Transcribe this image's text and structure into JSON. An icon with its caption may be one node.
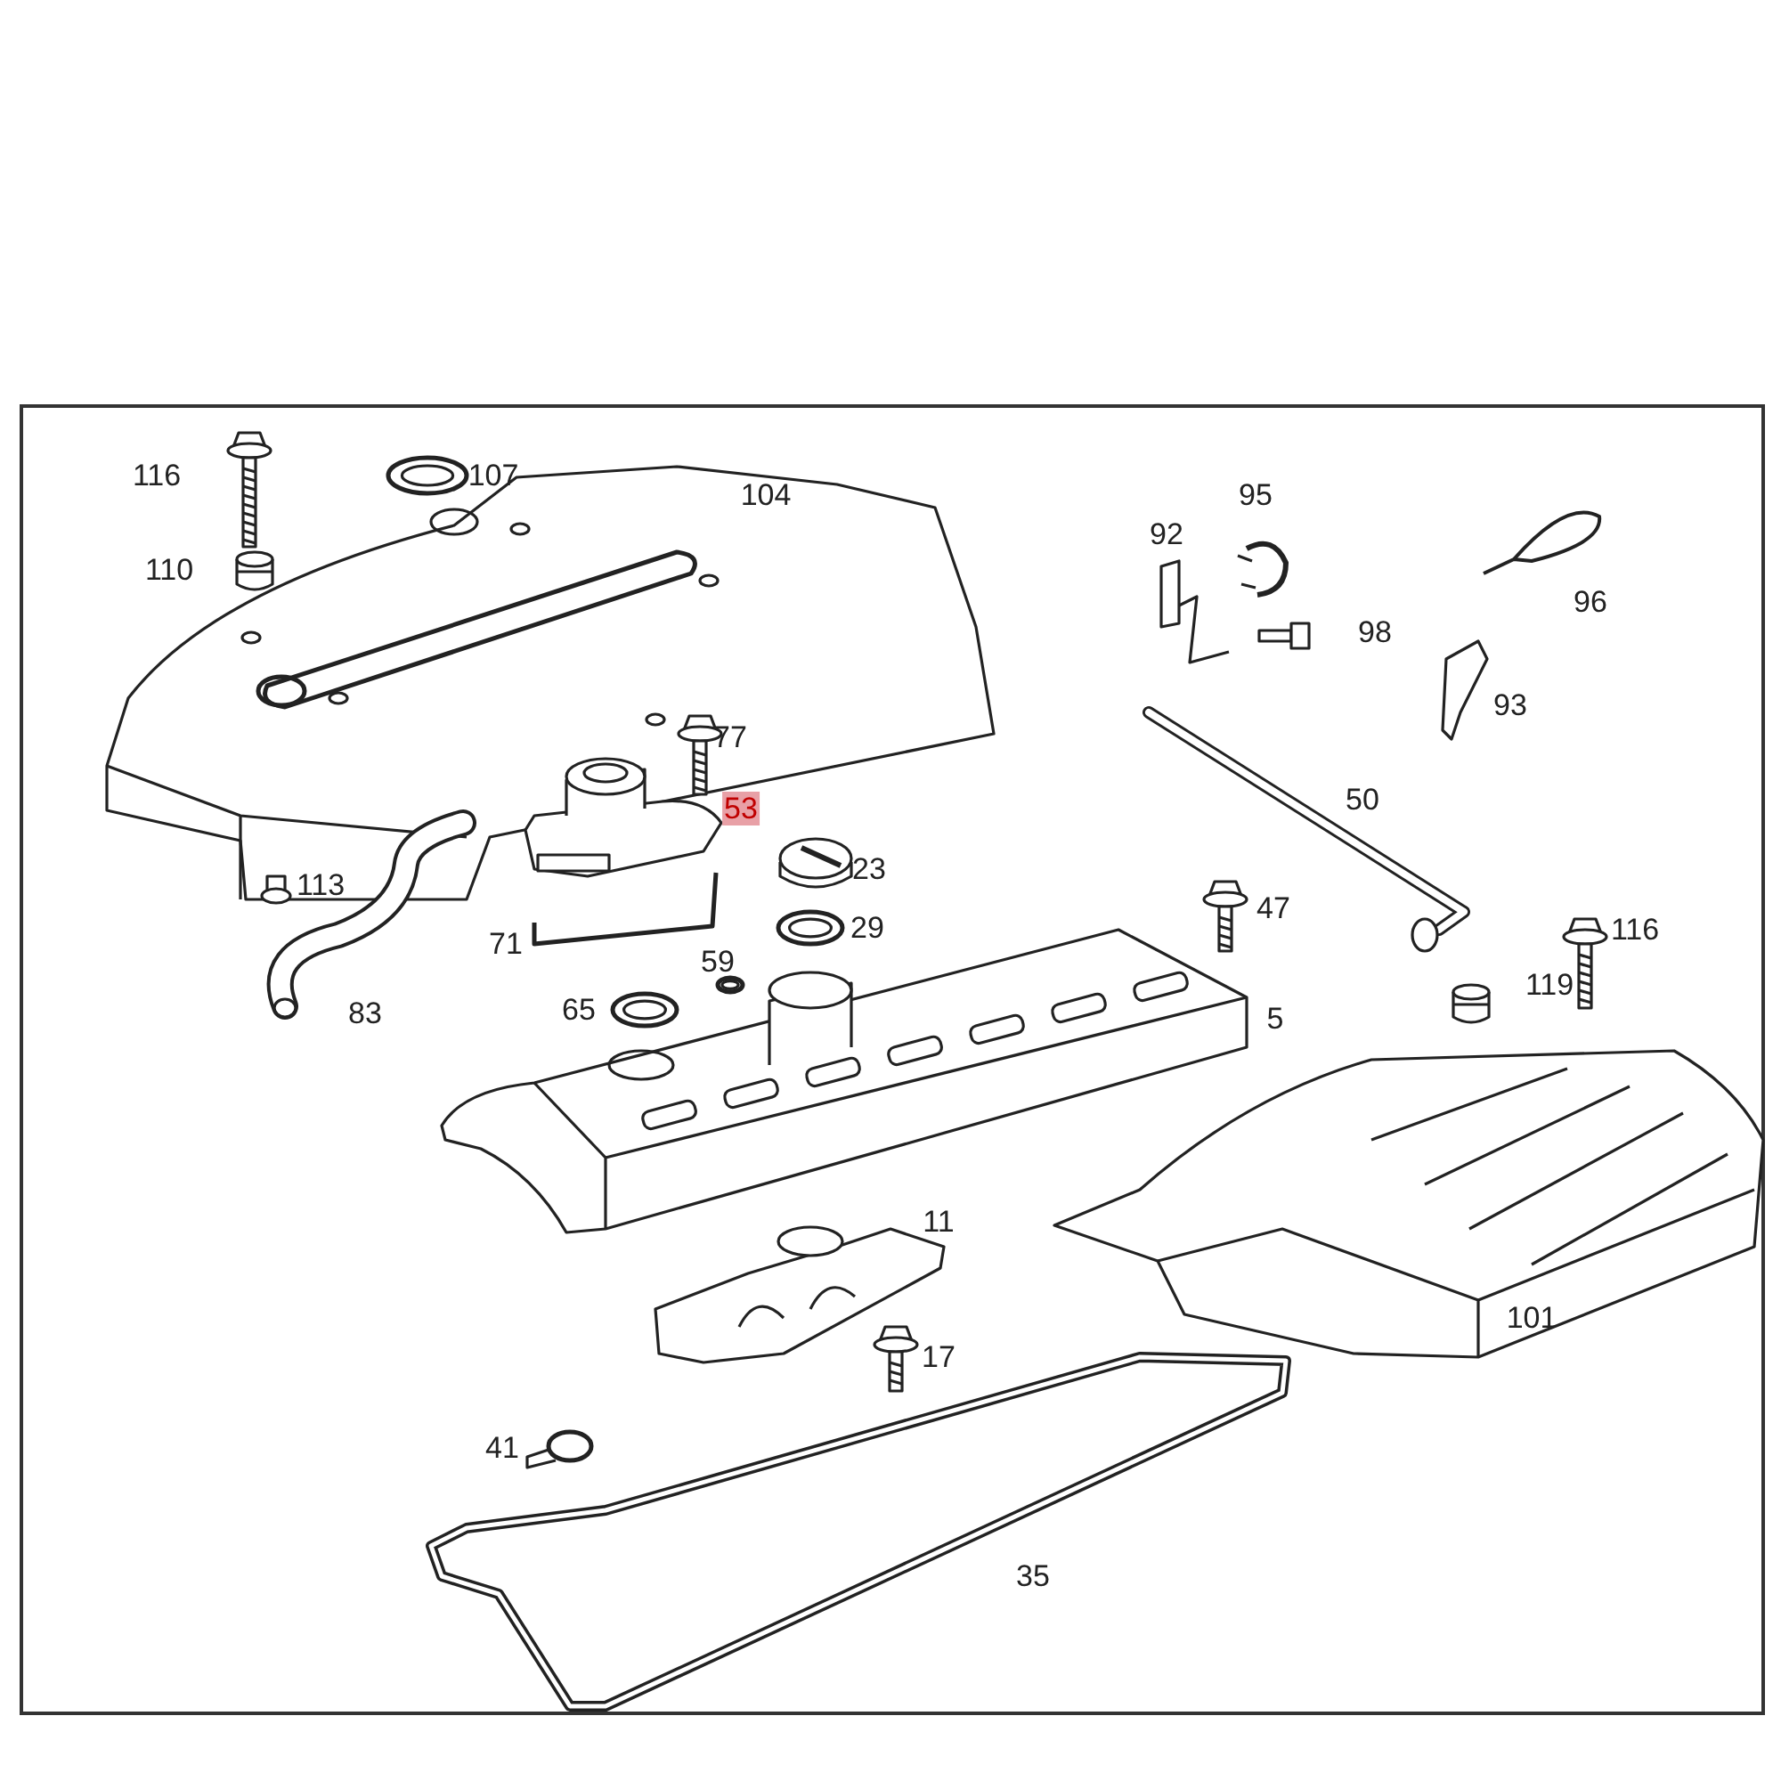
{
  "diagram": {
    "labels": [
      "116",
      "107",
      "104",
      "110",
      "92",
      "95",
      "96",
      "98",
      "93",
      "77",
      "53",
      "23",
      "113",
      "50",
      "29",
      "71",
      "47",
      "116",
      "59",
      "65",
      "83",
      "5",
      "119",
      "11",
      "17",
      "101",
      "41",
      "35"
    ]
  }
}
